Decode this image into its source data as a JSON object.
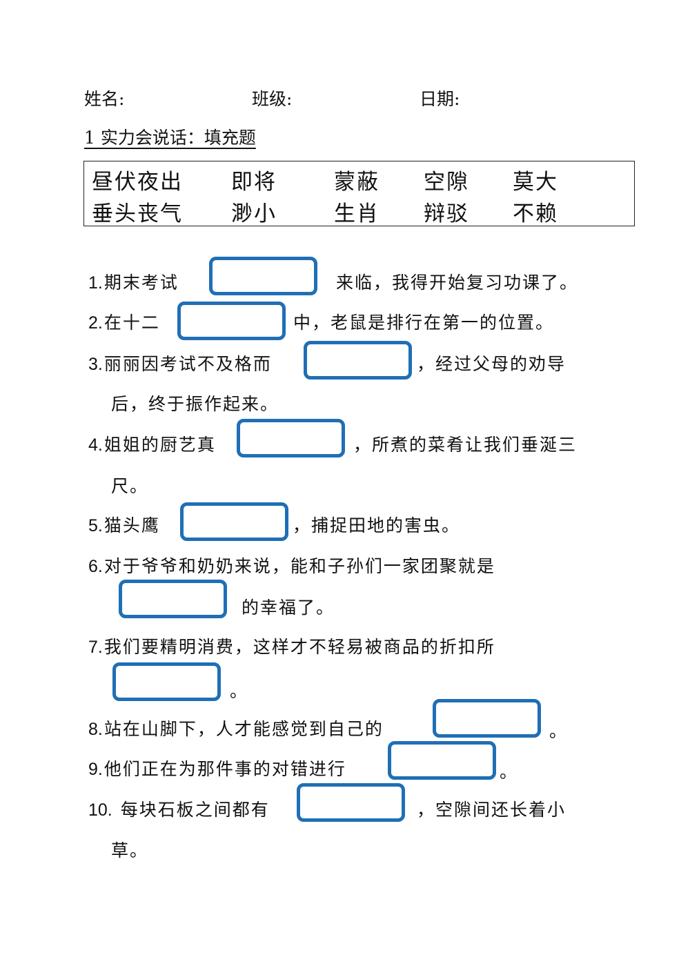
{
  "header": {
    "name_label": "姓名:",
    "class_label": "班级:",
    "date_label": "日期:"
  },
  "section_title": "1 实力会说话：填充题",
  "word_bank": {
    "row1": [
      "昼伏夜出",
      "即将",
      "蒙蔽",
      "空隙",
      "莫大"
    ],
    "row2": [
      "垂头丧气",
      "渺小",
      "生肖",
      "辩驳",
      "不赖"
    ]
  },
  "accent_color": "#1f6fb5",
  "questions": [
    {
      "num": "1.",
      "before": "期末考试",
      "after": "来临，我得开始复习功课了。",
      "cont": ""
    },
    {
      "num": "2.",
      "before": "在十二",
      "after": "中，老鼠是排行在第一的位置。",
      "cont": ""
    },
    {
      "num": "3.",
      "before": "丽丽因考试不及格而",
      "after": "，经过父母的劝导",
      "cont": "后，终于振作起来。"
    },
    {
      "num": "4.",
      "before": "姐姐的厨艺真",
      "after": "，所煮的菜肴让我们垂涎三",
      "cont": "尺。"
    },
    {
      "num": "5.",
      "before": "猫头鹰",
      "after": "，捕捉田地的害虫。",
      "cont": ""
    },
    {
      "num": "6.",
      "before": "对于爷爷和奶奶来说，能和子孙们一家团聚就是",
      "after": "的幸福了。",
      "cont": ""
    },
    {
      "num": "7.",
      "before": "我们要精明消费，这样才不轻易被商品的折扣所",
      "after": "。",
      "cont": ""
    },
    {
      "num": "8.",
      "before": "站在山脚下，人才能感觉到自己的",
      "after": "。",
      "cont": ""
    },
    {
      "num": "9.",
      "before": "他们正在为那件事的对错进行",
      "after": "。",
      "cont": ""
    },
    {
      "num": "10.",
      "before": "每块石板之间都有",
      "after": "，空隙间还长着小",
      "cont": "草。"
    }
  ]
}
